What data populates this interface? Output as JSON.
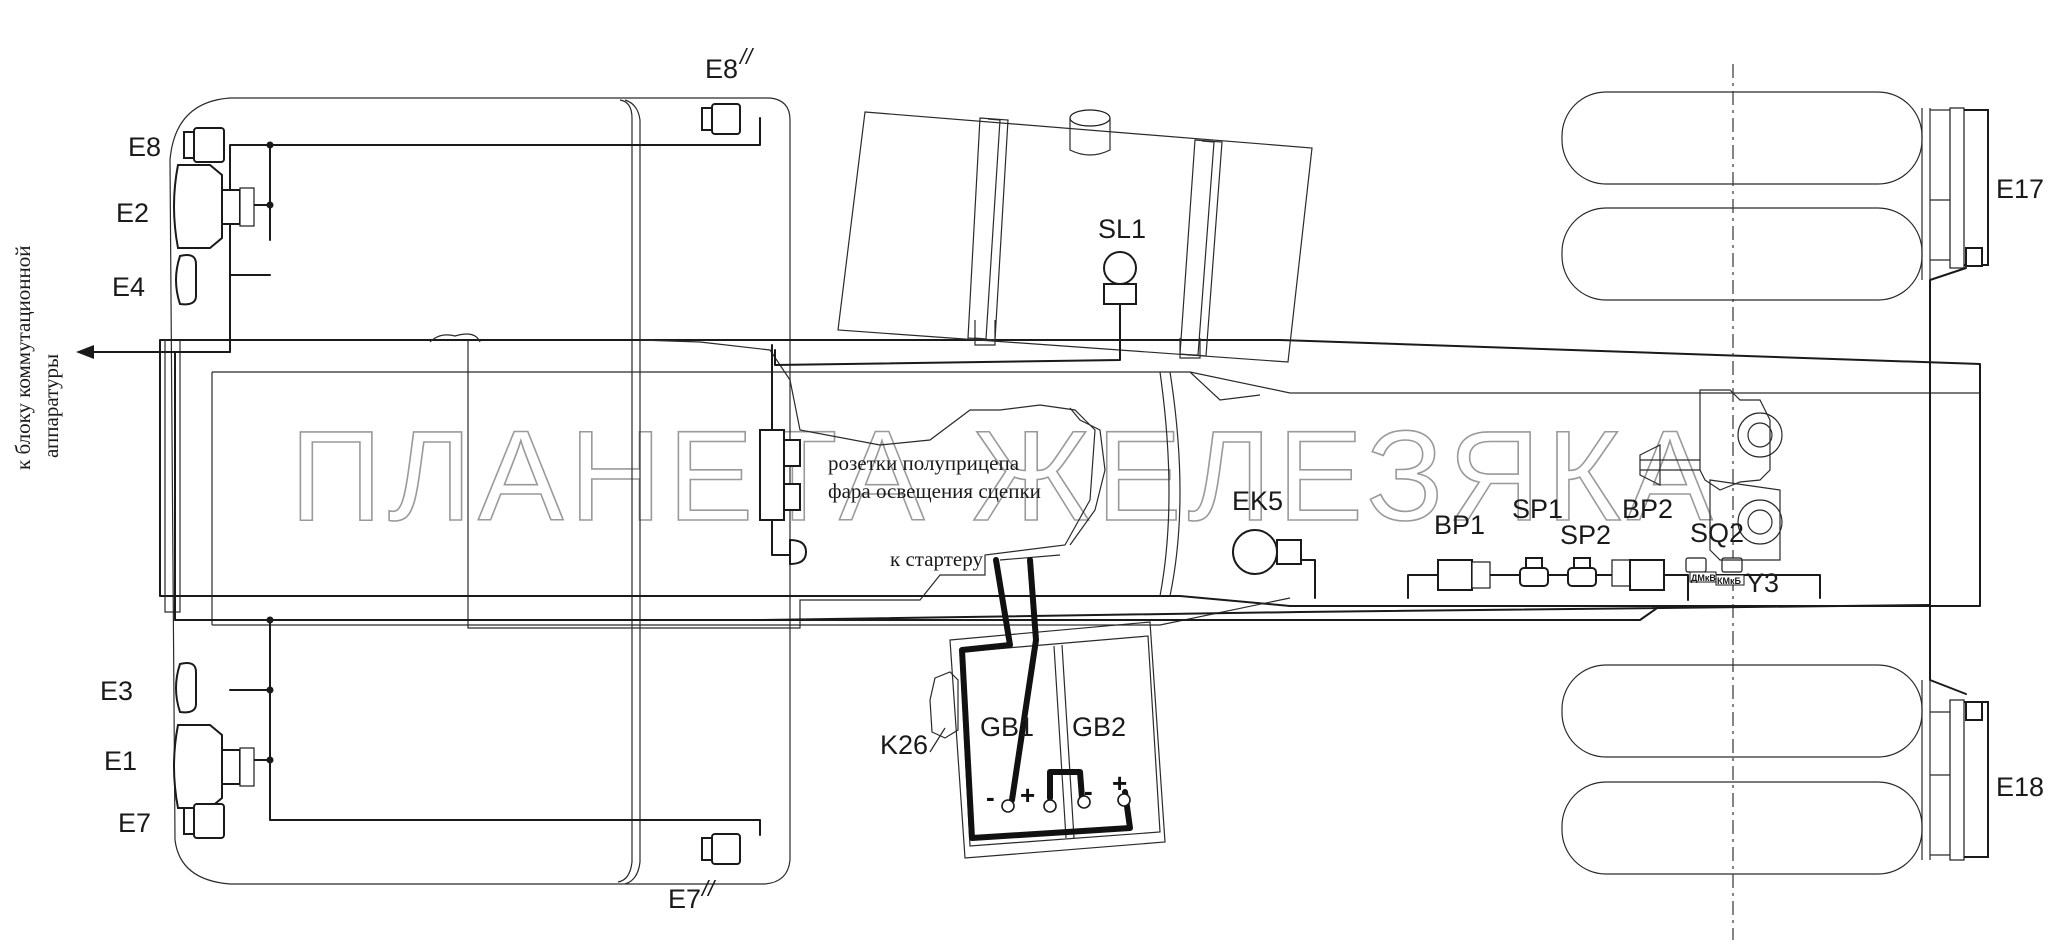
{
  "watermark": "ПЛАНЕТА ЖЕЛЕЗЯКА",
  "labels": {
    "e8_rear": "E8",
    "e8_rear_mark": "//",
    "e8": "E8",
    "e2": "E2",
    "e4": "E4",
    "e3": "E3",
    "e1": "E1",
    "e7": "E7",
    "e7_rear": "E7",
    "e7_rear_mark": "//",
    "sl1": "SL1",
    "ek5": "EK5",
    "bp1": "BP1",
    "sp1": "SP1",
    "sp2": "SP2",
    "bp2": "BP2",
    "sq2": "SQ2",
    "y3": "Y3",
    "e17": "E17",
    "e18": "E18",
    "gb1": "GB1",
    "gb2": "GB2",
    "k26": "K26",
    "dmk": "ДМкВ",
    "kmk": "КМкБ"
  },
  "annotations": {
    "to_switch_block_line1": "к блоку коммутационной",
    "to_switch_block_line2": "аппаратуры",
    "trailer_sockets": "розетки полуприцепа",
    "hitch_lamp": "фара освещения сцепки",
    "to_starter": "к стартеру"
  },
  "battery_signs": {
    "gb1_minus": "-",
    "gb1_plus": "+",
    "gb2_minus": "-",
    "gb2_plus": "+"
  }
}
